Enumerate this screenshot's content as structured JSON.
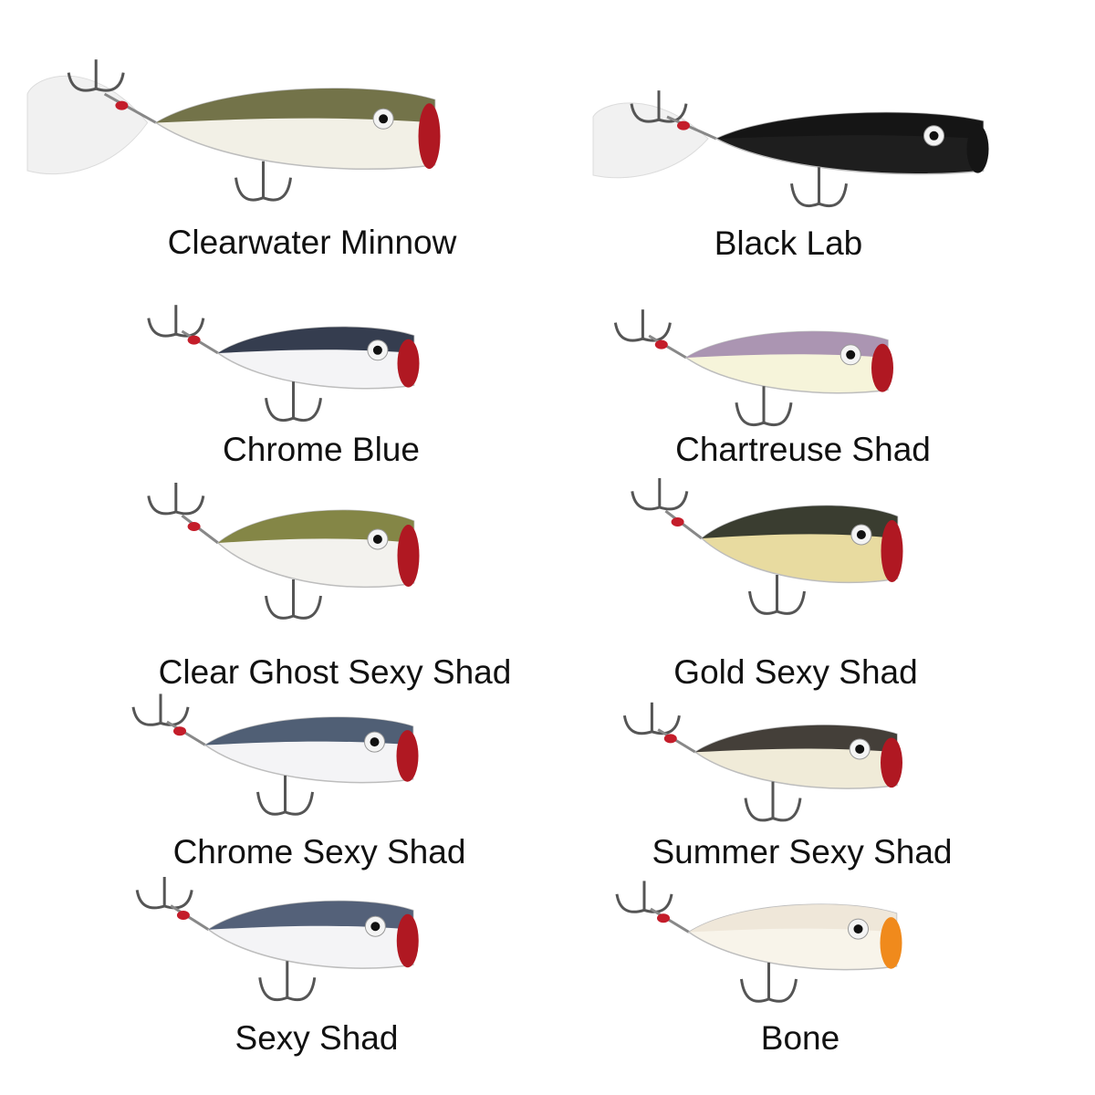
{
  "lures": [
    {
      "name": "Clearwater Minnow",
      "color": "#6b6b40",
      "belly": "#f2f0e6",
      "mouth": "#b01822",
      "feather": true
    },
    {
      "name": "Black Lab",
      "color": "#151515",
      "belly": "#1e1e1e",
      "mouth": "#151515",
      "feather": true
    },
    {
      "name": "Chrome Blue",
      "color": "#2a3346",
      "belly": "#f4f4f6",
      "mouth": "#b01822",
      "feather": false
    },
    {
      "name": "Chartreuse Shad",
      "color": "#a68fb0",
      "belly": "#f6f4da",
      "mouth": "#b01822",
      "feather": false
    },
    {
      "name": "Clear Ghost Sexy Shad",
      "color": "#7d7f3c",
      "belly": "#f3f2ee",
      "mouth": "#b01822",
      "feather": false
    },
    {
      "name": "Gold Sexy Shad",
      "color": "#30352a",
      "belly": "#e8dba0",
      "mouth": "#b01822",
      "feather": false
    },
    {
      "name": "Chrome Sexy Shad",
      "color": "#47566e",
      "belly": "#f4f4f6",
      "mouth": "#b01822",
      "feather": false
    },
    {
      "name": "Summer Sexy Shad",
      "color": "#3a3630",
      "belly": "#f0ebd8",
      "mouth": "#b01822",
      "feather": false
    },
    {
      "name": "Sexy Shad",
      "color": "#4b5872",
      "belly": "#f4f4f6",
      "mouth": "#b01822",
      "feather": false
    },
    {
      "name": "Bone",
      "color": "#eee6d8",
      "belly": "#f8f4ea",
      "mouth": "#f08a1c",
      "feather": false
    }
  ]
}
